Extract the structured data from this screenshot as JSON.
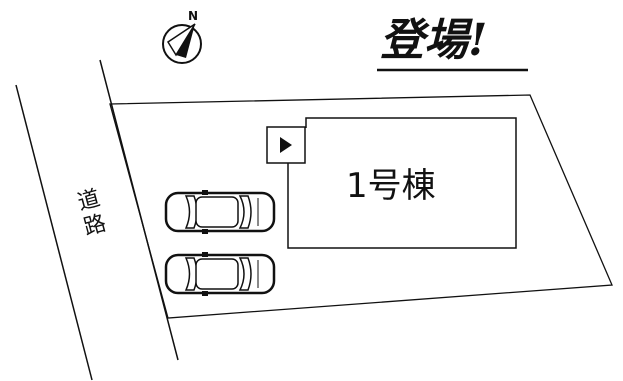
{
  "title": "登場!",
  "compass": {
    "north_label": "N"
  },
  "road": {
    "label_line1": "道",
    "label_line2": "路"
  },
  "building": {
    "label": "1号棟"
  },
  "parking": {
    "spaces": 2
  },
  "colors": {
    "line": "#111111",
    "background": "#ffffff"
  }
}
